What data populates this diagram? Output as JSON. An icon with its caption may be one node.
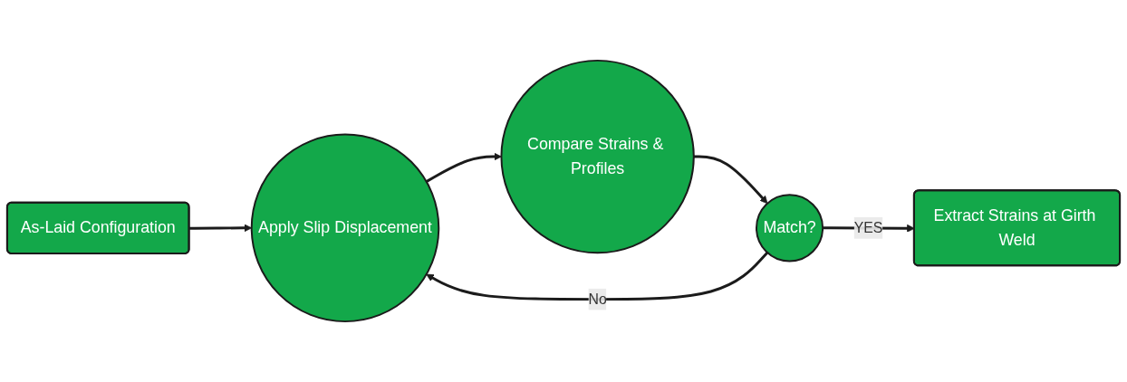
{
  "diagram": {
    "nodes": [
      {
        "text": [
          "As-Laid Configuration"
        ]
      },
      {
        "text": [
          "Apply Slip Displacement"
        ]
      },
      {
        "text": [
          "Compare Strains & Profiles"
        ]
      },
      {
        "text": [
          "Match?"
        ]
      },
      {
        "text": [
          "Extract Strains at Girth Weld"
        ]
      }
    ],
    "edges": [
      {
        "from": 0,
        "to": 1,
        "arrow": "to"
      },
      {
        "from": 1,
        "to": 2,
        "arrow": "to"
      },
      {
        "from": 2,
        "to": 3,
        "arrow": "to"
      },
      {
        "from": 3,
        "to": 1,
        "arrow": "to",
        "label": "No"
      },
      {
        "from": 3,
        "to": 4,
        "arrow": "to",
        "label": "YES"
      }
    ]
  }
}
